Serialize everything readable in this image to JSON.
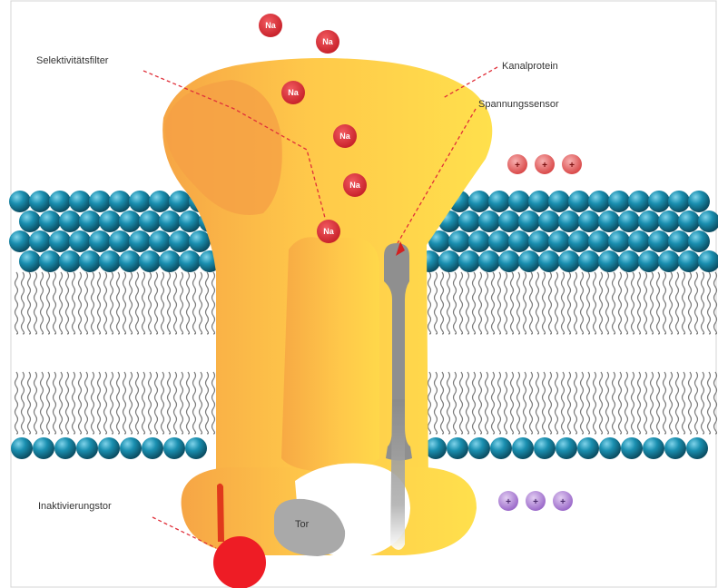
{
  "labels": {
    "selectivity_filter": "Selektivitätsfilter",
    "channel_protein": "Kanalprotein",
    "voltage_sensor": "Spannungssensor",
    "inactivation_gate": "Inaktivierungstor",
    "gate": "Tor"
  },
  "ions": {
    "sodium_symbol": "Na",
    "positive_symbol": "+"
  },
  "colors": {
    "channel_yellow": "#ffd84a",
    "channel_orange": "#f6a545",
    "lipid_head": "#1a7f9c",
    "sodium_ion": "#e3343c",
    "voltage_sensor": "#8a8a8a",
    "gate": "#a9a9a9",
    "inactivation_ball": "#ee1c25",
    "positive_charge_outside": "#e25a5a",
    "positive_charge_inside": "#9a68c9"
  }
}
